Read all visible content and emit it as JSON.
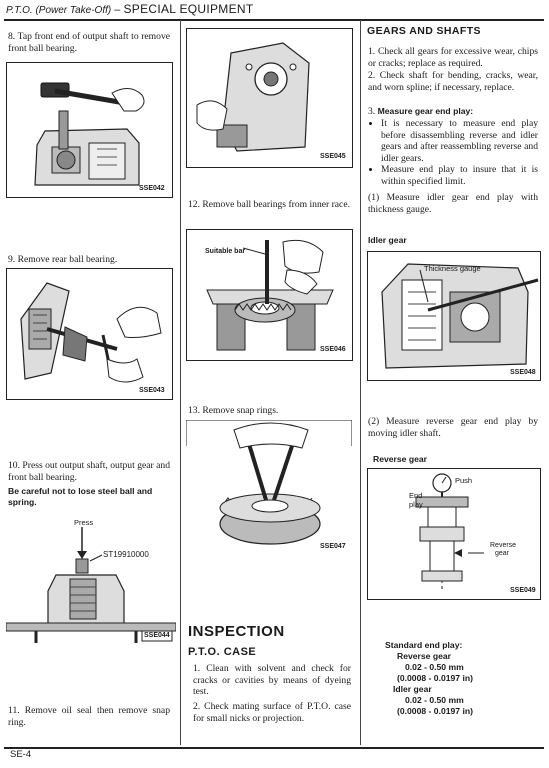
{
  "header": {
    "section": "P.T.O. (Power Take-Off)",
    "dash": "–",
    "title": "SPECIAL EQUIPMENT"
  },
  "left": {
    "step8": "8.  Tap front end of output shaft to remove front ball bearing.",
    "fig1_code": "SSE042",
    "step9": "9.  Remove rear ball bearing.",
    "fig2_code": "SSE043",
    "step10": "10. Press out output shaft, output gear and front ball bearing.",
    "step10_note": "Be careful not to lose steel ball and spring.",
    "fig3_press": "Press",
    "fig3_tool": "ST19910000",
    "fig3_code": "SSE044",
    "step11": "11. Remove oil seal then remove snap ring."
  },
  "middle": {
    "fig4_code": "SSE045",
    "step12": "12. Remove ball bearings from inner race.",
    "fig5_label": "Suitable bar",
    "fig5_code": "SSE046",
    "step13": "13. Remove snap rings.",
    "fig6_code": "SSE047",
    "inspection_title": "INSPECTION",
    "pto_case_title": "P.T.O. CASE",
    "case_1": "1.  Clean with solvent and check for cracks or cavities by means of dyeing test.",
    "case_2": "2.  Check mating surface of P.T.O. case for small nicks or projection."
  },
  "right": {
    "gears_title": "GEARS AND SHAFTS",
    "g1": "1.  Check all gears for excessive wear, chips or cracks; replace as required.",
    "g2": "2.  Check shaft for bending, cracks, wear, and worn spline; if necessary, replace.",
    "g3_num": "3.",
    "g3_title": "Measure gear end play:",
    "bullet1": "It is necessary to measure end play before disassembling reverse and idler gears and after reassembling reverse and idler gears.",
    "bullet2": "Measure end play to insure that it is within specified limit.",
    "m1": "(1)  Measure idler gear end play with thickness gauge.",
    "idler_title": "Idler gear",
    "fig7_label": "Thickness gauge",
    "fig7_code": "SSE048",
    "m2": "(2)  Measure reverse gear end play by moving idler shaft.",
    "reverse_title": "Reverse gear",
    "fig8_push": "Push",
    "fig8_end": "End",
    "fig8_play": "play",
    "fig8_rev1": "Reverse",
    "fig8_rev2": "gear",
    "fig8_code": "SSE049",
    "spec_title": "Standard end play:",
    "spec_rev_label": "Reverse gear",
    "spec_rev_mm": "0.02 - 0.50 mm",
    "spec_rev_in": "(0.0008 - 0.0197 in)",
    "spec_idler_label": "Idler gear",
    "spec_idler_mm": "0.02 - 0.50 mm",
    "spec_idler_in": "(0.0008 - 0.0197 in)"
  },
  "footer": {
    "page": "SE-4"
  }
}
